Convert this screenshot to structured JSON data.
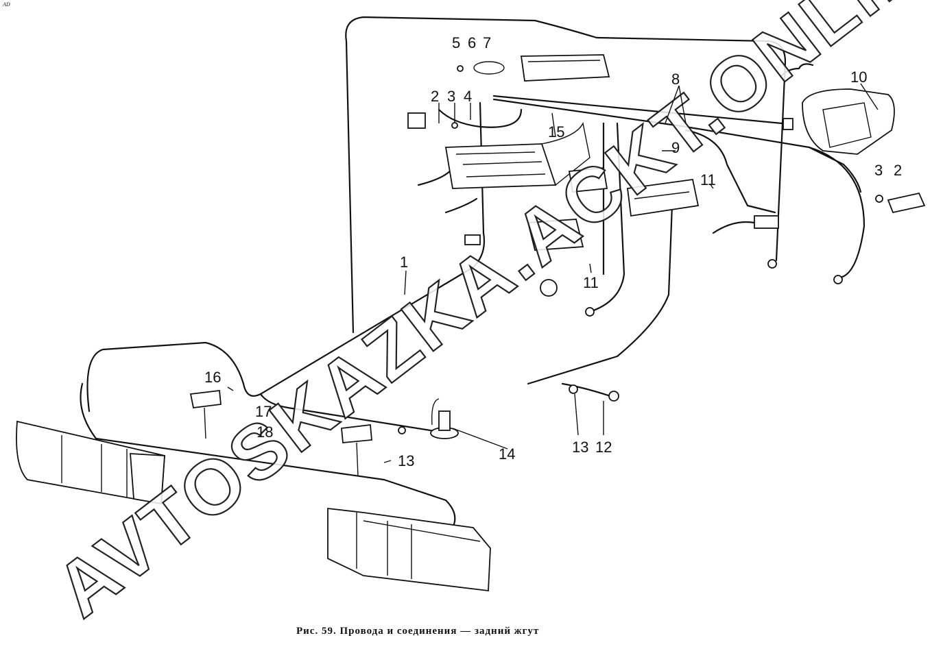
{
  "corner_mark": "AD",
  "caption": "Рис. 59. Провода и соединения — задний жгут",
  "watermark": "AVTOSKAZKA.ACKT.ONLINE",
  "callouts": {
    "c1": "1",
    "c2a": "2",
    "c3a": "3",
    "c4": "4",
    "c5": "5",
    "c6": "6",
    "c7": "7",
    "c8": "8",
    "c9": "9",
    "c10": "10",
    "c11a": "11",
    "c11b": "11",
    "c2b": "2",
    "c3b": "3",
    "c15": "15",
    "c16": "16",
    "c17": "17",
    "c18": "18",
    "c13a": "13",
    "c14": "14",
    "c13b": "13",
    "c12": "12"
  }
}
